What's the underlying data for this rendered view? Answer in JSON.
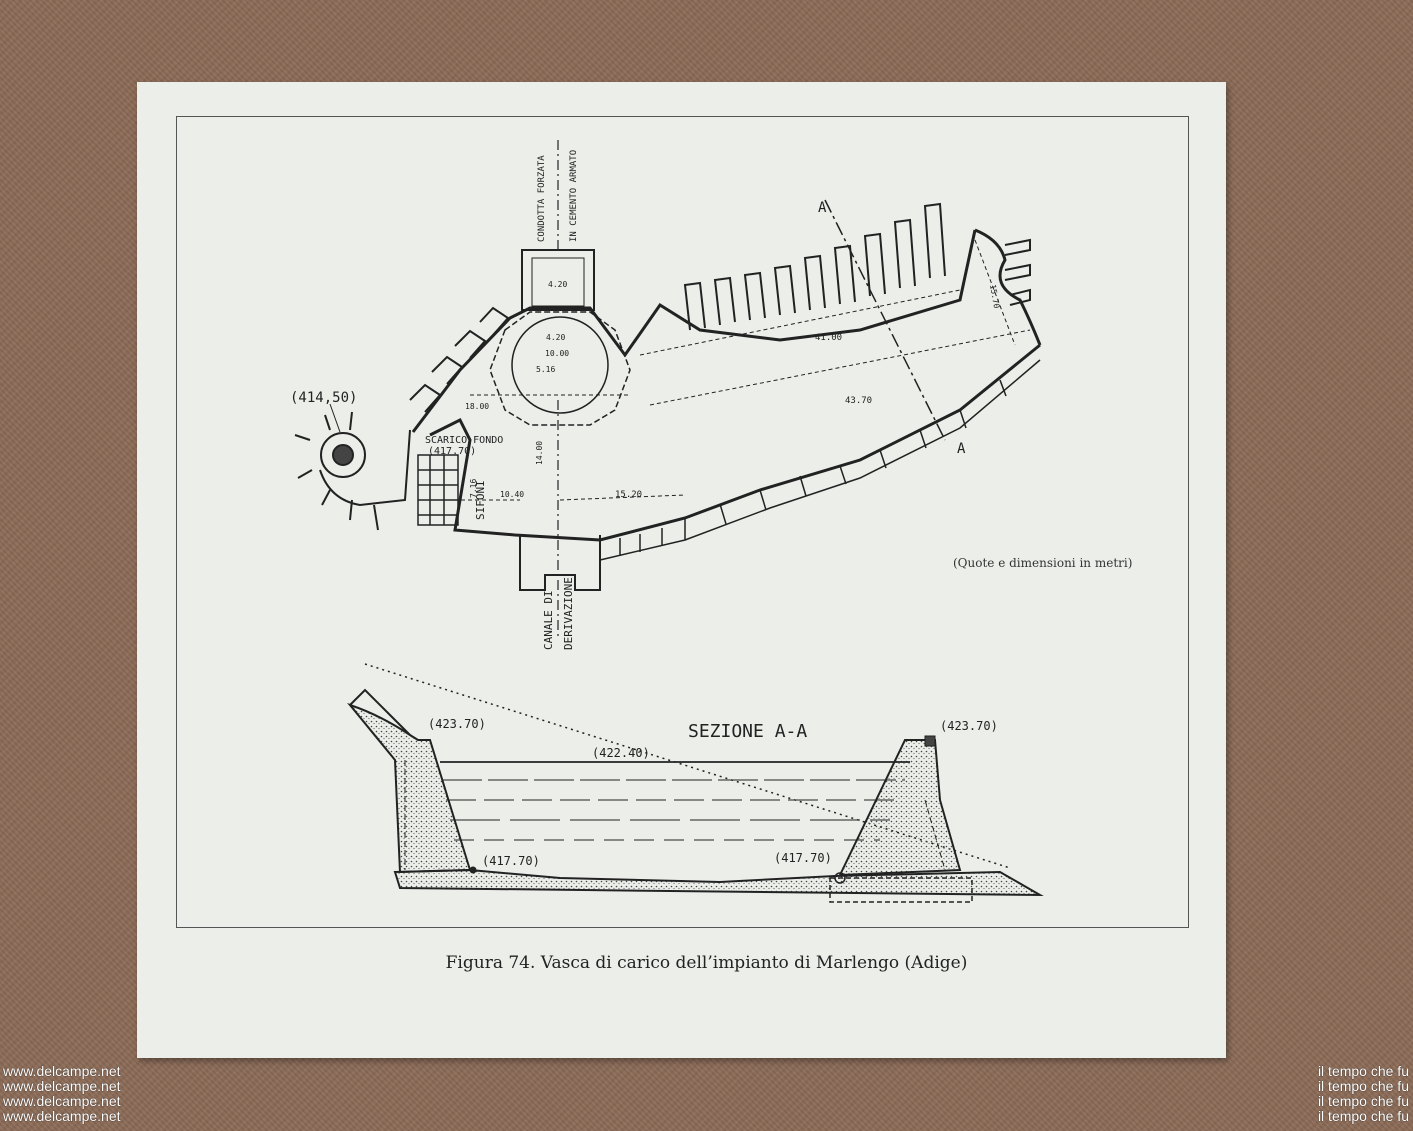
{
  "caption": "Figura 74. Vasca di carico dell’impianto di Marlengo (Adige)",
  "note": "(Quote e dimensioni in metri)",
  "plan_labels": {
    "elev_pipe": "(414,50)",
    "scarico": "SCARICO FONDO",
    "elev_scarico": "(417.70)",
    "sifoni": "SIFONI",
    "condotta_1": "CONDOTTA FORZATA",
    "condotta_2": "IN CEMENTO ARMATO",
    "canale_1": "CANALE DI",
    "canale_2": "DERIVAZIONE",
    "section_a": "A",
    "dims": [
      "4.20",
      "4.20",
      "10.00",
      "5.16",
      "18.00",
      "41.00",
      "43.70",
      "15.70",
      "14.00",
      "15.20",
      "10.40",
      "7.16"
    ]
  },
  "section_labels": {
    "title": "SEZIONE A-A",
    "elev_left_top": "(423.70)",
    "elev_right_top": "(423.70)",
    "elev_water": "(422.40)",
    "elev_bottom_left": "(417.70)",
    "elev_bottom_right": "(417.70)"
  },
  "watermark_left": [
    "www.delcampe.net",
    "www.delcampe.net",
    "www.delcampe.net",
    "www.delcampe.net"
  ],
  "watermark_right": [
    "il tempo che fu",
    "il tempo che fu",
    "il tempo che fu",
    "il tempo che fu"
  ]
}
